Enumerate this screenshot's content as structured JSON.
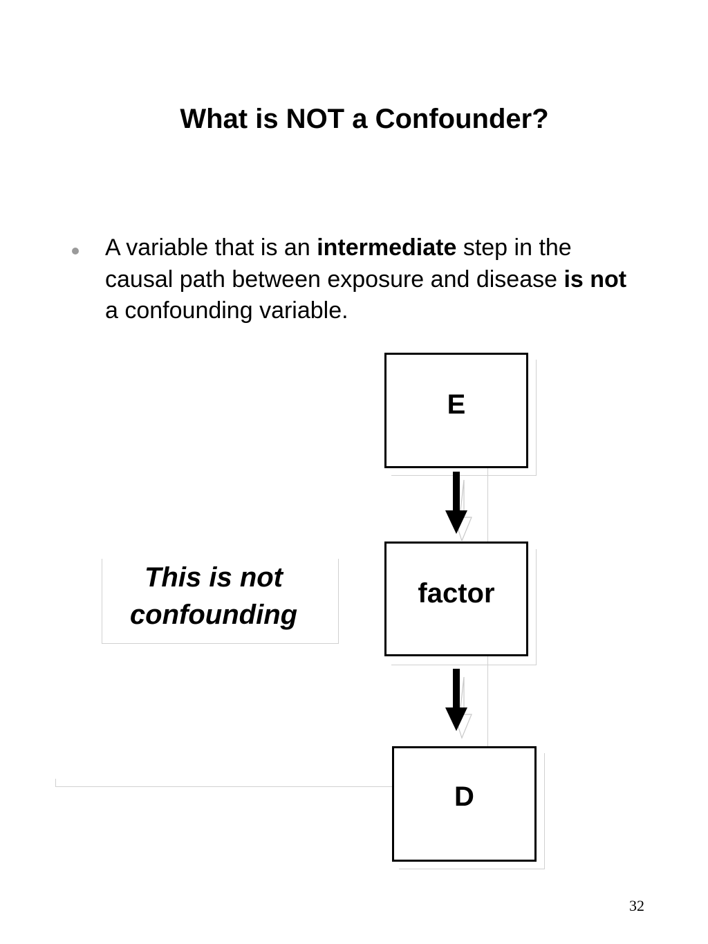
{
  "slide": {
    "title": "What is NOT a Confounder?",
    "bullet": {
      "text_part1": "A variable that is an ",
      "bold_part1": "intermediate",
      "text_part2": " step in the causal path between exposure and disease ",
      "bold_part2": "is not",
      "text_part3": " a confounding variable."
    },
    "page_number": "32"
  },
  "diagram": {
    "nodes": [
      {
        "id": "e",
        "label": "E"
      },
      {
        "id": "factor",
        "label": "factor"
      },
      {
        "id": "d",
        "label": "D"
      }
    ],
    "edges": [
      {
        "from": "E",
        "to": "factor"
      },
      {
        "from": "factor",
        "to": "D"
      }
    ],
    "annotation_line1": "This is not",
    "annotation_line2": "confounding"
  }
}
